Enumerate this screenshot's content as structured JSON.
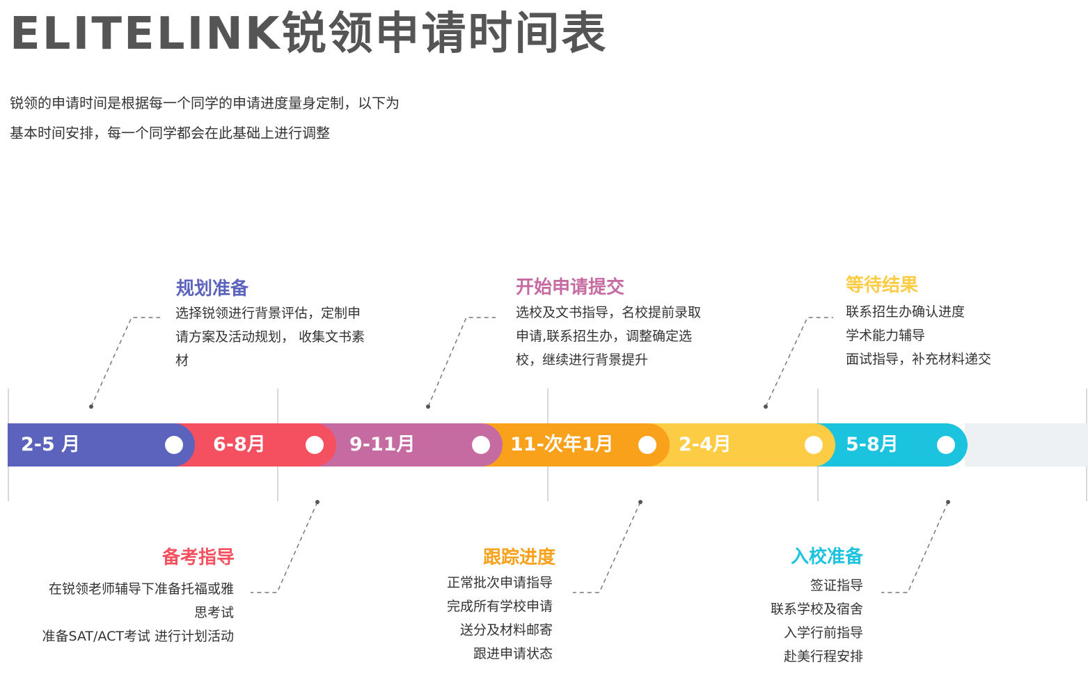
{
  "title": "ELITELINK锐领申请时间表",
  "intro": [
    "锐领的申请时间是根据每一个同学的申请进度量身定制，以下为",
    "基本时间安排，每一个同学都会在此基础上进行调整"
  ],
  "colors": {
    "blue": "#5b63bd",
    "red": "#f4505f",
    "purple": "#c56ba2",
    "orange": "#f9a11b",
    "yellow": "#fdcc45",
    "cyan": "#1cc3de",
    "track": "#edf1f4"
  },
  "timeline": {
    "segments": [
      {
        "label": "2-5 月",
        "color": "#5b63bd"
      },
      {
        "label": "6-8月",
        "color": "#f4505f"
      },
      {
        "label": "9-11月",
        "color": "#c56ba2"
      },
      {
        "label": "11-次年1月",
        "color": "#f9a11b"
      },
      {
        "label": "2-4月",
        "color": "#fdcc45"
      },
      {
        "label": "5-8月",
        "color": "#1cc3de"
      }
    ]
  },
  "phases_top": [
    {
      "title": "规划准备",
      "color": "#5b63bd",
      "lines": [
        "选择锐领进行背景评估，定制申",
        "请方案及活动规划， 收集文书素",
        "材"
      ]
    },
    {
      "title": "开始申请提交",
      "color": "#c56ba2",
      "lines": [
        "选校及文书指导，名校提前录取",
        "申请,联系招生办，调整确定选",
        "校，继续进行背景提升"
      ]
    },
    {
      "title": "等待结果",
      "color": "#fdcc45",
      "lines": [
        "联系招生办确认进度",
        "学术能力辅导",
        "面试指导，补充材料递交"
      ]
    }
  ],
  "phases_bottom": [
    {
      "title": "备考指导",
      "color": "#f4505f",
      "lines": [
        "在锐领老师辅导下准备托福或雅",
        "思考试",
        "准备SAT/ACT考试 进行计划活动"
      ]
    },
    {
      "title": "跟踪进度",
      "color": "#f9a11b",
      "lines": [
        "正常批次申请指导",
        "完成所有学校申请",
        "送分及材料邮寄",
        "跟进申请状态"
      ]
    },
    {
      "title": "入校准备",
      "color": "#1cc3de",
      "lines": [
        "签证指导",
        "联系学校及宿舍",
        "入学行前指导",
        "赴美行程安排"
      ]
    }
  ]
}
